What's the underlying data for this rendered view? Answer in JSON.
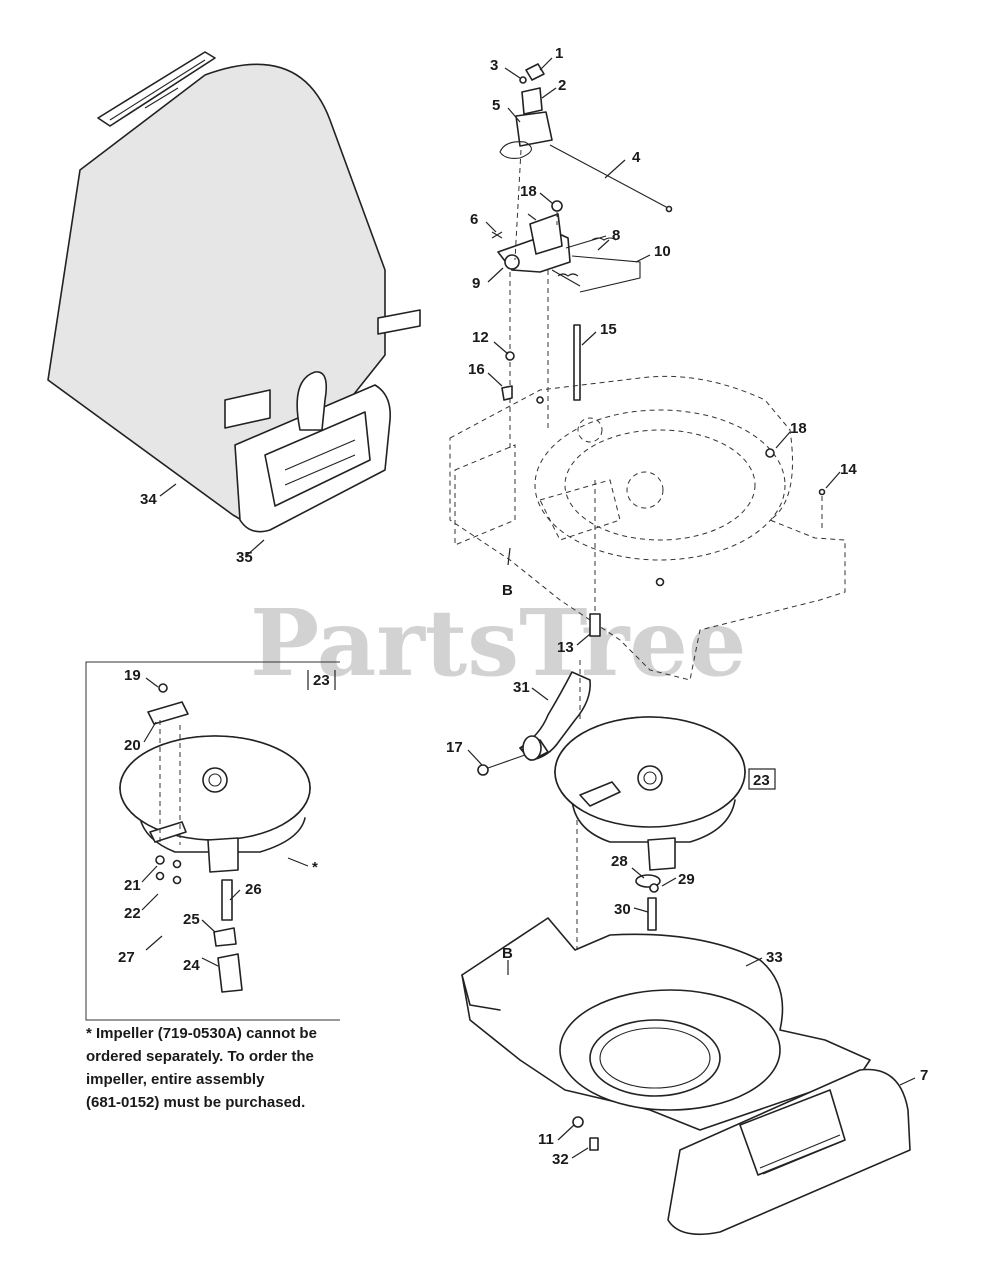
{
  "watermark": "PartsTree",
  "callouts": {
    "n1": "1",
    "n2": "2",
    "n3": "3",
    "n4": "4",
    "n5": "5",
    "n6": "6",
    "n7": "7",
    "n8": "8",
    "n9": "9",
    "n10": "10",
    "n11": "11",
    "n12": "12",
    "n13": "13",
    "n14": "14",
    "n15": "15",
    "n16": "16",
    "n17": "17",
    "n18a": "18",
    "n18b": "18",
    "n19": "19",
    "n20": "20",
    "n21": "21",
    "n22": "22",
    "n23a": "23",
    "n23b": "23",
    "n24": "24",
    "n25": "25",
    "n26": "26",
    "n27": "27",
    "n28": "28",
    "n29": "29",
    "n30": "30",
    "n31": "31",
    "n32": "32",
    "n33": "33",
    "n34": "34",
    "n35": "35",
    "refB1": "B",
    "refB2": "B",
    "star": "*"
  },
  "note": "* Impeller (719-0530A) cannot be\nordered separately. To order the\nimpeller, entire assembly\n(681-0152) must be purchased."
}
